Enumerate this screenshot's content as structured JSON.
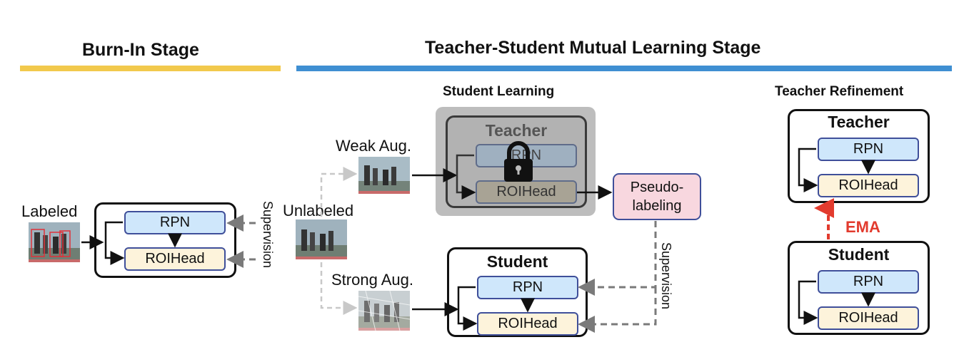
{
  "stages": {
    "burn_in": "Burn-In Stage",
    "mutual": "Teacher-Student Mutual Learning Stage"
  },
  "sections": {
    "student_learning": "Student Learning",
    "teacher_refinement": "Teacher Refinement"
  },
  "inputs": {
    "labeled": "Labeled",
    "unlabeled": "Unlabeled",
    "weak_aug": "Weak Aug.",
    "strong_aug": "Strong Aug."
  },
  "modules": {
    "rpn": "RPN",
    "roihead": "ROIHead"
  },
  "models": {
    "teacher": "Teacher",
    "student": "Student"
  },
  "pseudo": {
    "line1": "Pseudo-",
    "line2": "labeling"
  },
  "supervision": "Supervision",
  "ema": "EMA",
  "colors": {
    "burn_in_bar": "#f2c94c",
    "mutual_bar": "#3f8fd2",
    "rpn_fill": "#cfe7fb",
    "roi_fill": "#fdf3db",
    "module_border": "#3f4f9a",
    "pseudo_fill": "#f8d7df",
    "frozen_bg": "#bdbdbd",
    "ema_arrow": "#e23b2e"
  },
  "icons": [
    "lock-icon",
    "photo-thumbnail"
  ]
}
